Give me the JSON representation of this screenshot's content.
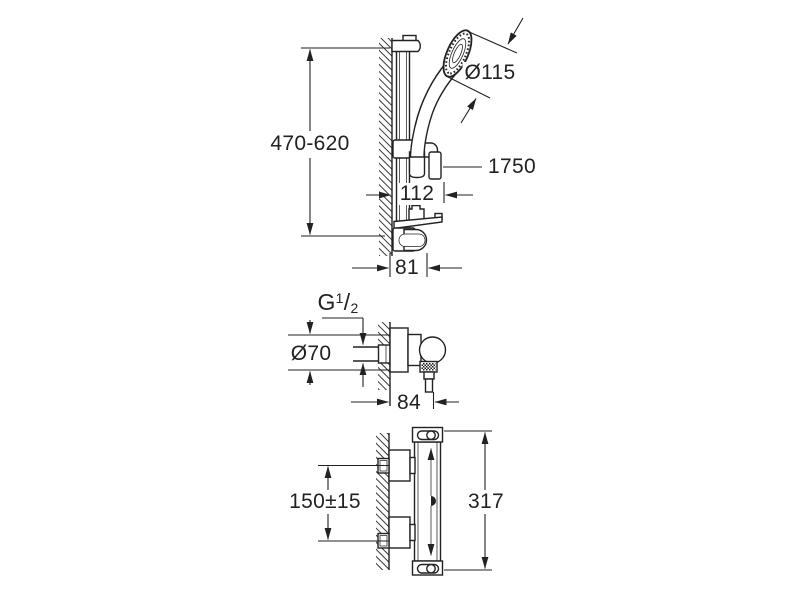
{
  "colors": {
    "background": "#ffffff",
    "line": "#222222"
  },
  "dims": {
    "rail_height": "470-620",
    "head_diameter": "Ø115",
    "hose_length": "1750",
    "glider_depth": "112",
    "bracket_depth": "81",
    "thread_g": "G",
    "thread_num": "1",
    "thread_slash": "/",
    "thread_den": "2",
    "rosette_diameter": "Ø70",
    "valve_depth": "84",
    "inlet_spacing": "150±15",
    "body_height": "317"
  }
}
